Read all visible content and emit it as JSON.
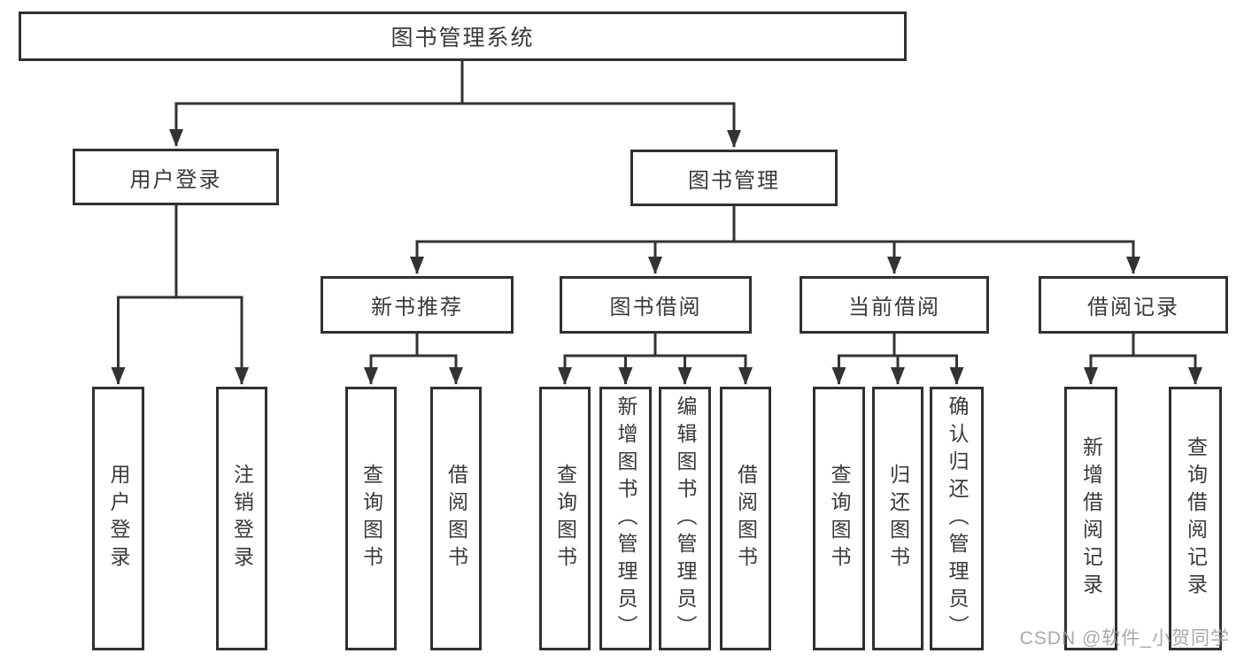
{
  "diagram": {
    "root_label": "图书管理系统",
    "branches": {
      "user_login": {
        "label": "用户登录",
        "children": [
          "用户登录",
          "注销登录"
        ]
      },
      "book_management": {
        "label": "图书管理",
        "sections": {
          "new_book_recommendation": {
            "label": "新书推荐",
            "children": [
              "查询图书",
              "借阅图书"
            ]
          },
          "book_borrowing": {
            "label": "图书借阅",
            "children": [
              "查询图书",
              "新增图书（管理员）",
              "编辑图书（管理员）",
              "借阅图书"
            ]
          },
          "current_borrowing": {
            "label": "当前借阅",
            "children": [
              "查询图书",
              "归还图书",
              "确认归还（管理员）"
            ]
          },
          "borrowing_records": {
            "label": "借阅记录",
            "children": [
              "新增借阅记录",
              "查询借阅记录"
            ]
          }
        }
      }
    },
    "watermark": "CSDN @软件_小贺同学",
    "colors": {
      "line": "#333333",
      "box_border": "#303030",
      "text": "#3a3a3a",
      "watermark_text": "#9e9e9e",
      "background": "#ffffff"
    }
  }
}
